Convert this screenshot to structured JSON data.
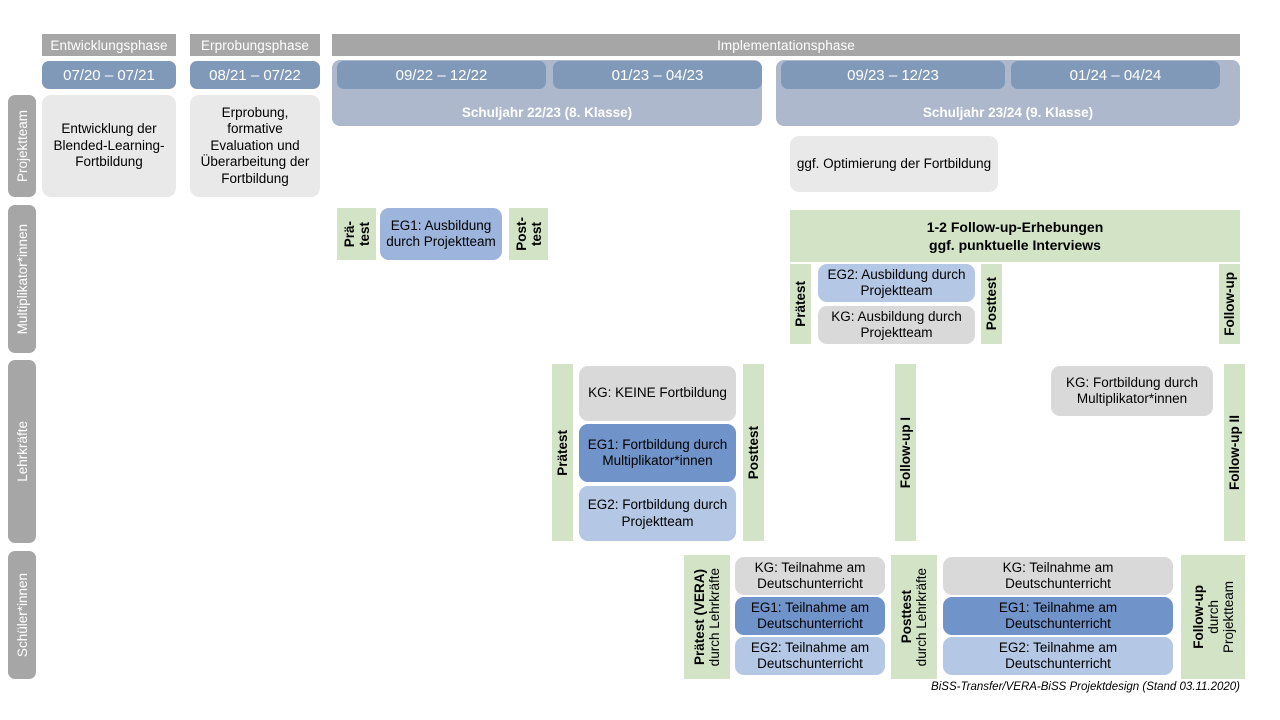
{
  "footer": {
    "credit": "BiSS-Transfer/VERA-BiSS Projektdesign (Stand 03.11.2020)"
  },
  "phases": [
    {
      "name": "entwicklungsphase",
      "label": "Entwicklungsphase"
    },
    {
      "name": "erprobungsphase",
      "label": "Erprobungsphase"
    },
    {
      "name": "implementationsphase",
      "label": "Implementationsphase"
    }
  ],
  "date_chips": [
    {
      "name": "chip-0720-0721",
      "label": "07/20 – 07/21"
    },
    {
      "name": "chip-0821-0722",
      "label": "08/21 – 07/22"
    },
    {
      "name": "chip-0922-1222",
      "label": "09/22 – 12/22"
    },
    {
      "name": "chip-0123-0423",
      "label": "01/23 – 04/23"
    },
    {
      "name": "chip-0923-1223",
      "label": "09/23 – 12/23"
    },
    {
      "name": "chip-0124-0424",
      "label": "01/24 – 04/24"
    }
  ],
  "school_years": [
    {
      "name": "schuljahr-22-23",
      "label": "Schuljahr 22/23 (8. Klasse)"
    },
    {
      "name": "schuljahr-23-24",
      "label": "Schuljahr 23/24 (9. Klasse)"
    }
  ],
  "actors": [
    {
      "name": "actor-projektteam",
      "label": "Projektteam"
    },
    {
      "name": "actor-multiplikatorinnen",
      "label": "Multiplikator*innen"
    },
    {
      "name": "actor-lehrkraefte",
      "label": "Lehrkräfte"
    },
    {
      "name": "actor-schuelerinnen",
      "label": "Schüler*innen"
    }
  ],
  "projektteam": {
    "entwicklung": "Entwicklung der Blended-Learning-Fortbildung",
    "erprobung": "Erprobung, formative Evaluation und Überarbeitung der Fortbildung",
    "optimierung": "ggf. Optimierung der Fortbildung"
  },
  "multiplikatoren": {
    "praetest_l1": "Prä-",
    "praetest_l2": "test",
    "posttest_l1": "Post-",
    "posttest_l2": "test",
    "eg1_2022": "EG1: Ausbildung durch Projektteam",
    "followup_banner": "1-2 Follow-up-Erhebungen\nggf. punktuelle Interviews",
    "followup_banner_line1": "1-2 Follow-up-Erhebungen",
    "followup_banner_line2": "ggf. punktuelle Interviews",
    "praetest_2023": "Prätest",
    "posttest_2023": "Posttest",
    "followup_2024": "Follow-up",
    "eg2_2023": "EG2: Ausbildung durch Projektteam",
    "kg_2023": "KG: Ausbildung durch Projektteam"
  },
  "lehrkraefte": {
    "praetest": "Prätest",
    "posttest": "Posttest",
    "followup_1": "Follow-up I",
    "followup_2": "Follow-up II",
    "kg_keine": "KG:  KEINE Fortbildung",
    "eg1": "EG1: Fortbildung durch Multiplikator*innen",
    "eg2": "EG2: Fortbildung durch Projektteam",
    "kg_spaet": "KG: Fortbildung durch Multiplikator*innen"
  },
  "schuelerinnen": {
    "praetest_bold": "Prätest (VERA)",
    "praetest_sub": "durch Lehrkräfte",
    "posttest_bold": "Posttest",
    "posttest_sub": "durch Lehrkräfte",
    "followup_bold": "Follow-up",
    "followup_sub1": "durch",
    "followup_sub2": "Projektteam",
    "left_kg": "KG: Teilnahme am Deutschunterricht",
    "left_eg1": "EG1: Teilnahme am Deutschunterricht",
    "left_eg2": "EG2: Teilnahme am Deutschunterricht",
    "right_kg": "KG: Teilnahme am Deutschunterricht",
    "right_eg1": "EG1: Teilnahme am Deutschunterricht",
    "right_eg2": "EG2: Teilnahme am Deutschunterricht"
  },
  "colors": {
    "gray_header": "#a6a6a6",
    "date_blue": "#8099b9",
    "schoolyear_blue": "#adb8cc",
    "green": "#d3e3c6",
    "blue_dark": "#7093c9",
    "blue_mid": "#9db4dc",
    "blue_light": "#b4c7e4",
    "box_gray": "#e9e9e9",
    "box_gray_dark": "#d9d9d9"
  }
}
